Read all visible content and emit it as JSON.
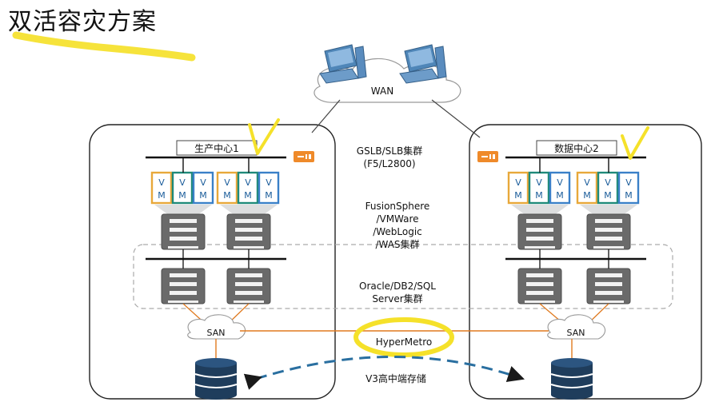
{
  "page": {
    "title": "双活容灾方案"
  },
  "wan": {
    "label": "WAN"
  },
  "sites": [
    {
      "label": "生产中心1"
    },
    {
      "label": "数据中心2"
    }
  ],
  "layers": {
    "lb": [
      "GSLB/SLB集群",
      "(F5/L2800)"
    ],
    "app": [
      "FusionSphere",
      "/VMWare",
      "/WebLogic",
      "/WAS集群"
    ],
    "db": [
      "Oracle/DB2/SQL",
      "Server集群"
    ]
  },
  "san": {
    "label": "SAN"
  },
  "vm": {
    "top": "V",
    "bottom": "M"
  },
  "storage": {
    "link_label": "HyperMetro",
    "caption": "V3高中端存储"
  },
  "colors": {
    "link_orange": "#e07a1f",
    "vm_yellow": "#e8a83a",
    "vm_teal": "#1f8a7a",
    "vm_blue": "#3a80c8",
    "server_gray": "#6a6a6a",
    "storage_navy": "#1f3d5c",
    "highlight_yellow": "#f5e12a",
    "dashed_blue": "#2a6fa0"
  }
}
